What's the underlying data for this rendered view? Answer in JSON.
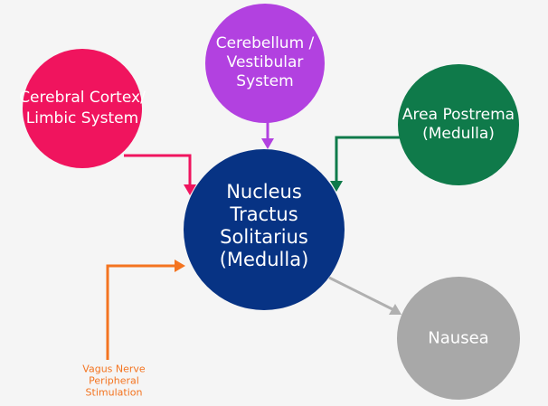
{
  "nodes": {
    "cerebral": {
      "lines": [
        "Cerebral Cortex/",
        "Limbic System"
      ],
      "color": "#f0145e"
    },
    "cerebellum": {
      "lines": [
        "Cerebellum /",
        "Vestibular",
        "System"
      ],
      "color": "#b241e0"
    },
    "area_postrema": {
      "lines": [
        "Area Postrema",
        "(Medulla)"
      ],
      "color": "#0f7a4a"
    },
    "nts": {
      "lines": [
        "Nucleus",
        "Tractus",
        "Solitarius",
        "(Medulla)"
      ],
      "color": "#073384"
    },
    "nausea": {
      "lines": [
        "Nausea"
      ],
      "color": "#a8a8a8"
    }
  },
  "vagus": {
    "lines": [
      "Vagus Nerve",
      "Peripheral",
      "Stimulation"
    ],
    "color": "#f47420"
  },
  "arrow_colors": {
    "cerebral": "#f0145e",
    "cerebellum": "#b241e0",
    "area_postrema": "#0f7a4a",
    "vagus": "#f47420",
    "nausea": "#b0b0b0"
  }
}
